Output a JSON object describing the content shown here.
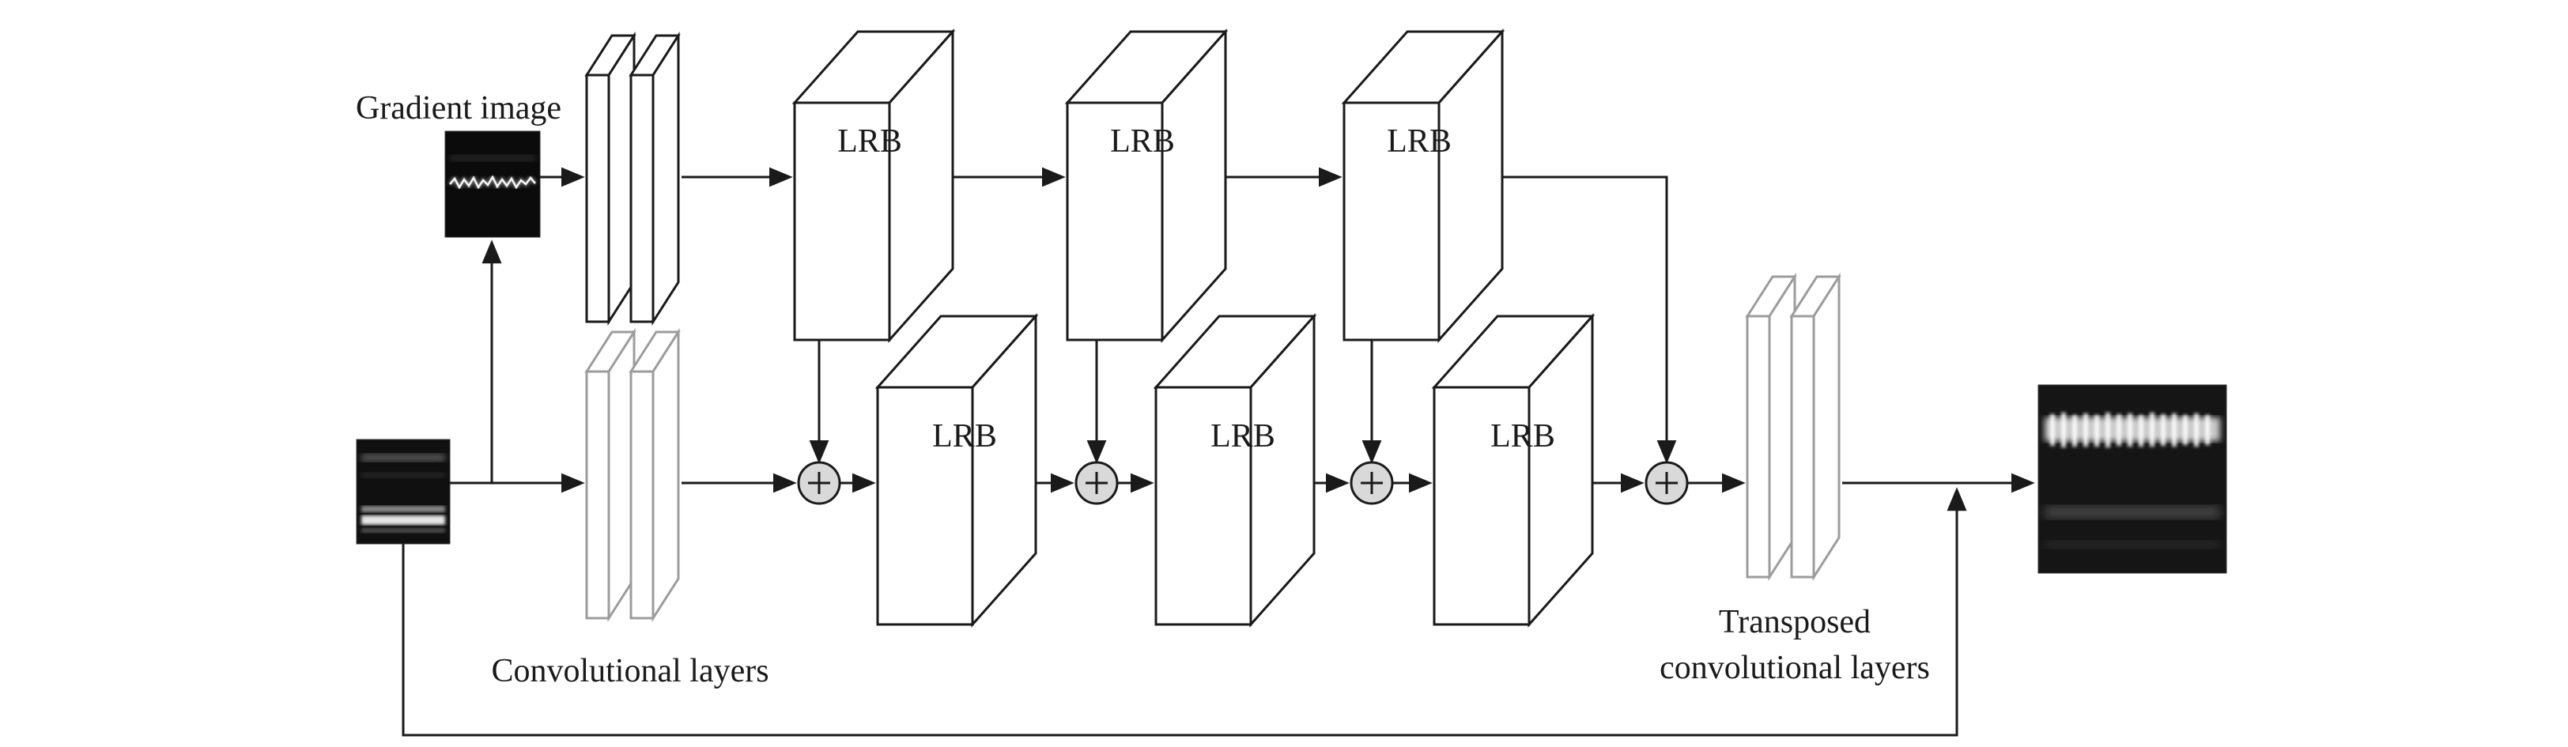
{
  "diagram": {
    "labels": {
      "gradient_image": "Gradient image",
      "convolutional_layers": "Convolutional layers",
      "transposed_line1": "Transposed",
      "transposed_line2": "convolutional layers"
    },
    "top_branch_blocks": [
      "LRB",
      "LRB",
      "LRB"
    ],
    "bottom_branch_blocks": [
      "LRB",
      "LRB",
      "LRB"
    ],
    "colors": {
      "line": "#1a1a1a",
      "gray_layer_stroke": "#9c9c9c",
      "adder_fill": "#d9d9d9",
      "background": "#ffffff"
    }
  }
}
